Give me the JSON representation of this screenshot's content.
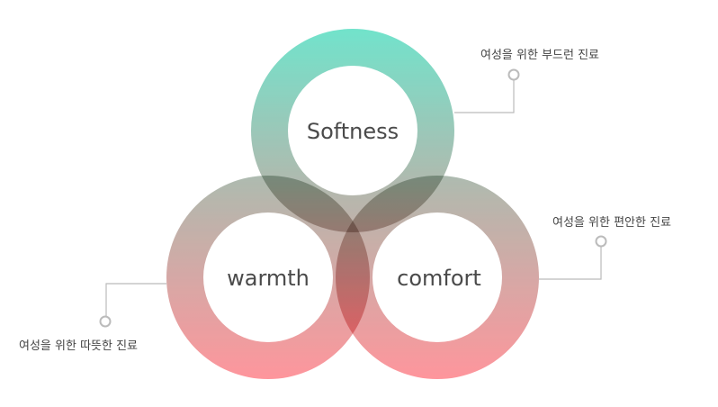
{
  "colors": {
    "top": "#62e0c6",
    "middle": "#a9b1a5",
    "bottom": "#ff8a91",
    "connector": "#bbbbbb"
  },
  "circles": [
    {
      "label": "Softness",
      "caption": "여성을 위한 부드런 진료"
    },
    {
      "label": "warmth",
      "caption": "여성을 위한 따뜻한 진료"
    },
    {
      "label": "comfort",
      "caption": "여성을 위한 편안한 진료"
    }
  ]
}
